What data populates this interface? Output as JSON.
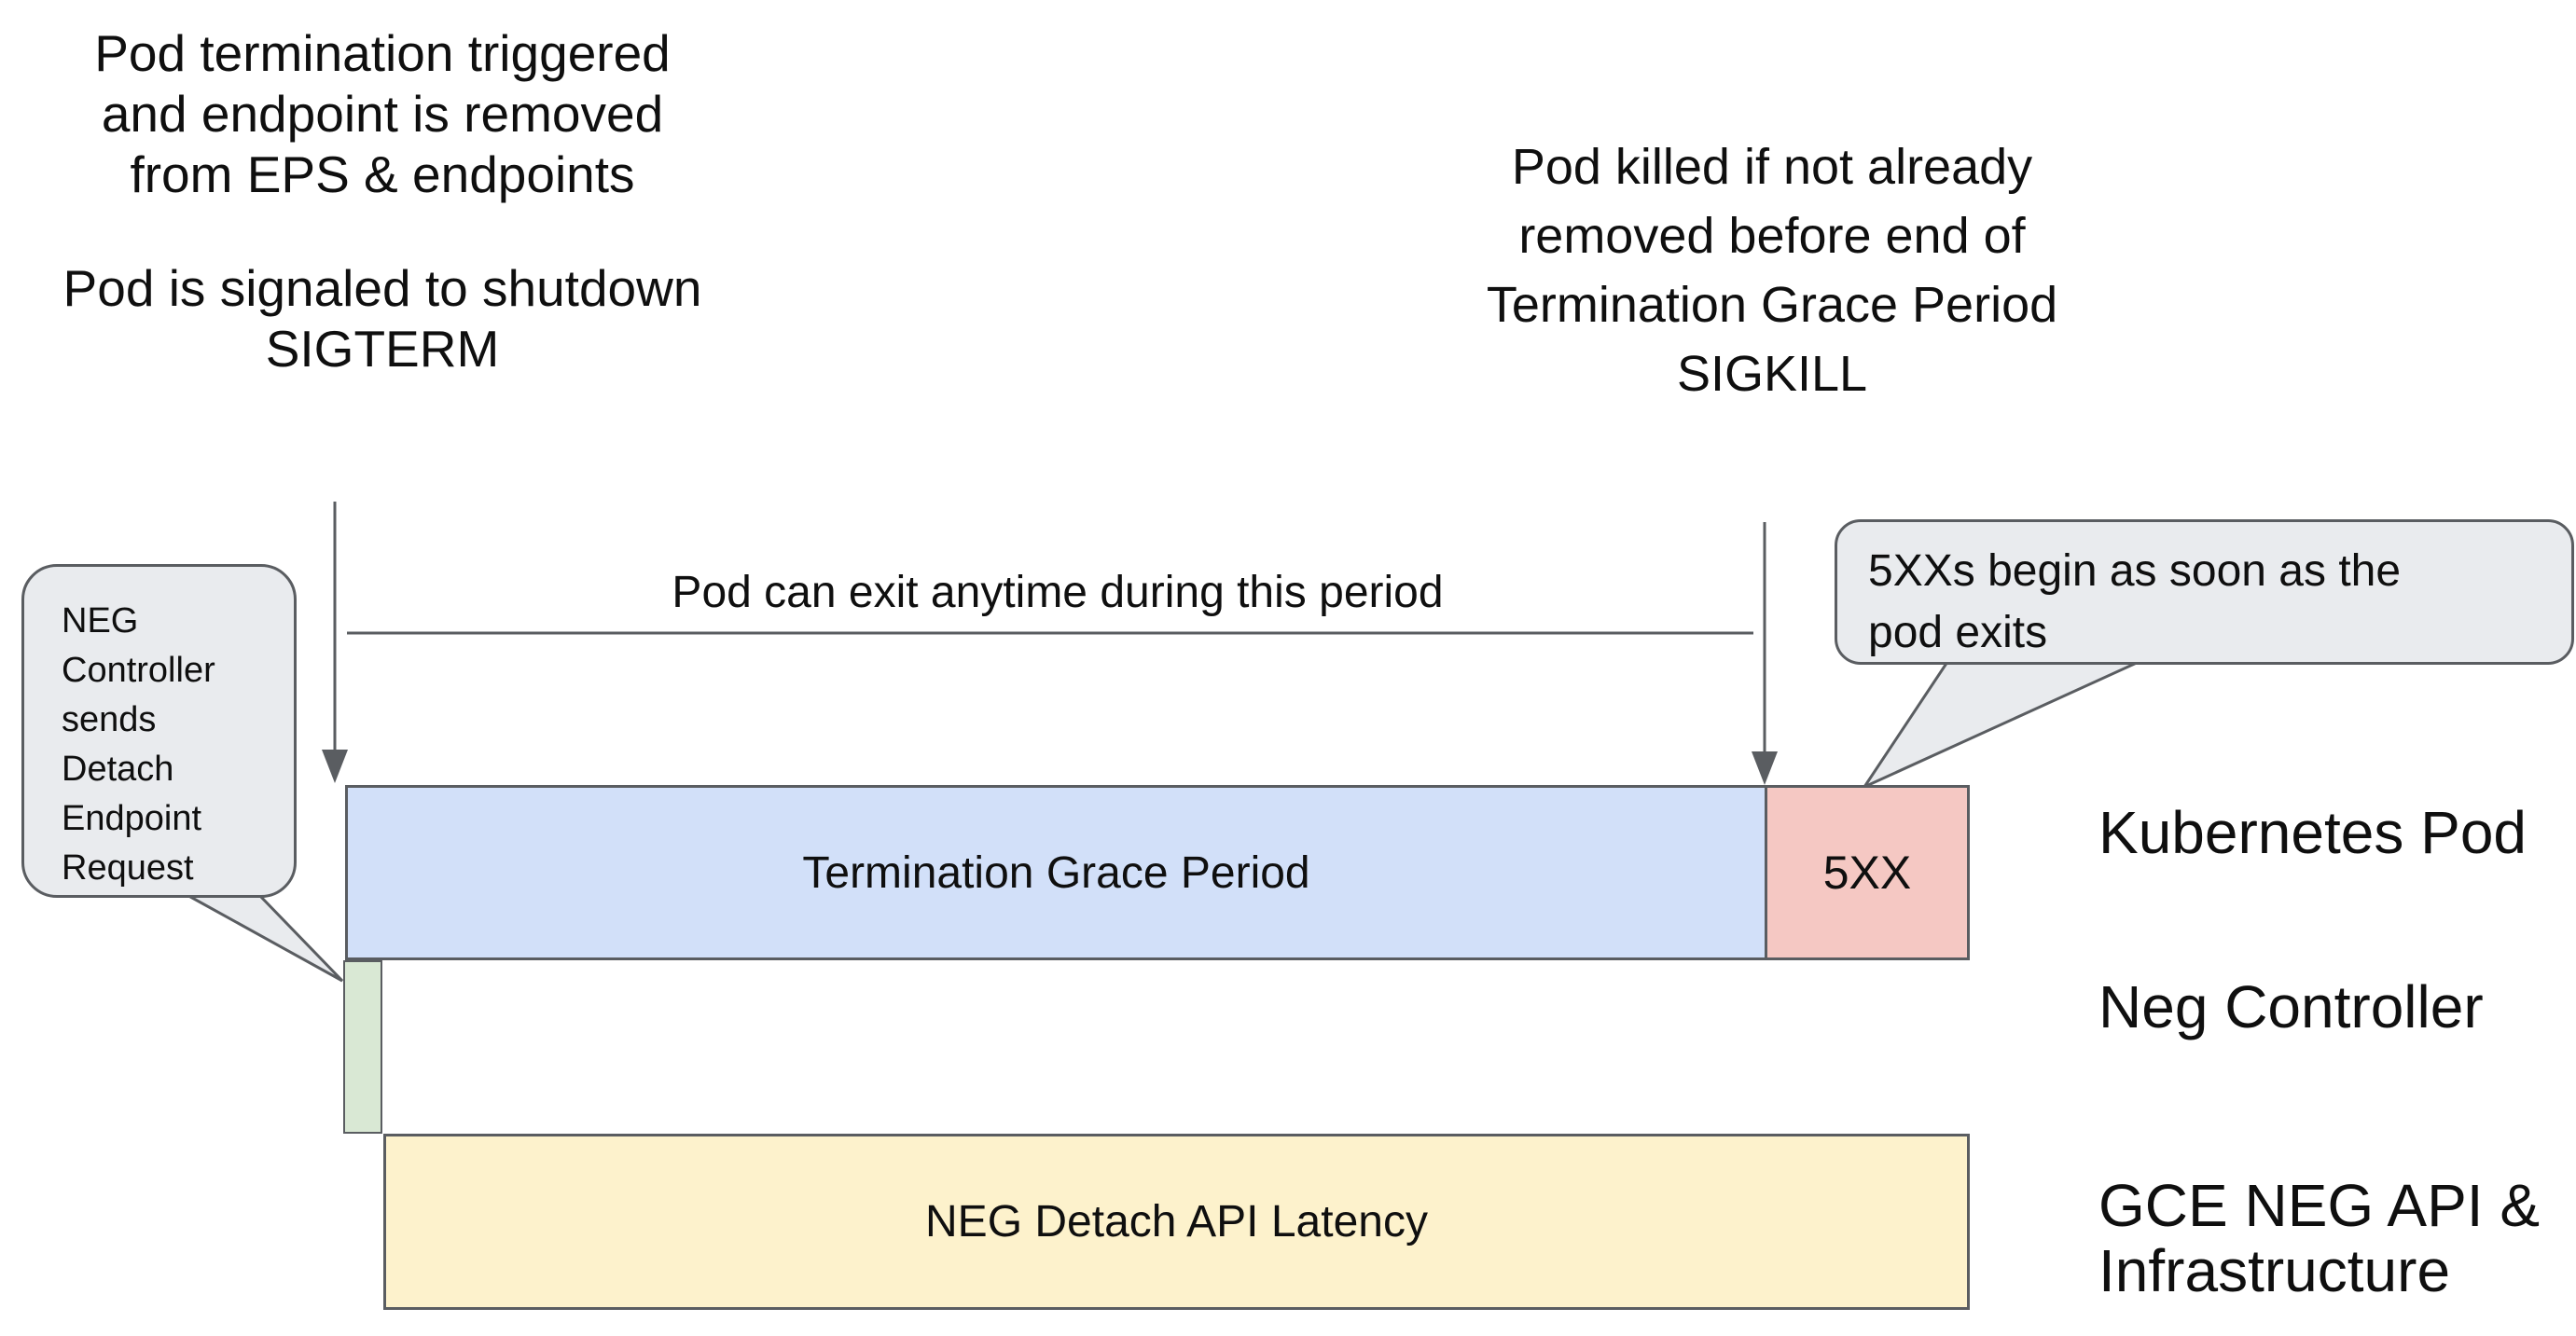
{
  "colors": {
    "background": "#ffffff",
    "text": "#0f0f0f",
    "connector_gray": "#5a5d61",
    "callout_fill": "#e9ebee",
    "callout_border": "#5a5d61",
    "bar_blue": "#d2e0f9",
    "bar_pink": "#f5c8c3",
    "bar_green": "#d9e8d4",
    "bar_yellow": "#fdf2cc",
    "bar_border": "#5a5d61"
  },
  "annotations": {
    "top_left": {
      "line1": "Pod termination triggered",
      "line2": "and endpoint is removed",
      "line3": "from EPS & endpoints",
      "line4": "Pod is signaled to shutdown",
      "line5": "SIGTERM"
    },
    "top_right": {
      "line1": "Pod killed if not already",
      "line2": "removed before end of",
      "line3": "Termination Grace Period",
      "line4": "SIGKILL"
    },
    "period_label": "Pod can exit anytime during this period"
  },
  "callouts": {
    "neg_controller": {
      "line1": "NEG",
      "line2": "Controller",
      "line3": "sends",
      "line4": "Detach",
      "line5": "Endpoint",
      "line6": "Request"
    },
    "five_xx": {
      "line1": "5XXs begin as soon as the",
      "line2": "pod exits"
    }
  },
  "timeline": {
    "grace_bar_label": "Termination Grace Period",
    "error_bar_label": "5XX",
    "api_bar_label": "NEG Detach API Latency"
  },
  "lanes": {
    "pod": "Kubernetes Pod",
    "neg": "Neg Controller",
    "gce_line1": "GCE NEG API &",
    "gce_line2": "Infrastructure"
  }
}
